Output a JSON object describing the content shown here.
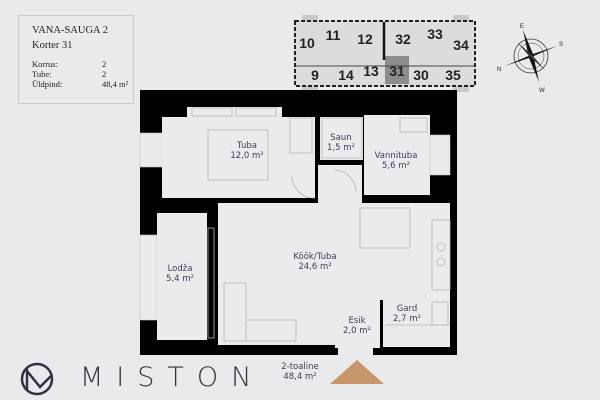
{
  "info": {
    "building": "VANA-SAUGA 2",
    "apartment": "Korter 31",
    "rows": [
      {
        "label": "Korrus:",
        "value": "2"
      },
      {
        "label": "Tube:",
        "value": "2"
      },
      {
        "label": "Üldpind:",
        "value": "48,4 m²"
      }
    ]
  },
  "key_plan": {
    "top_units": [
      "10",
      "11",
      "12",
      "32",
      "33",
      "34"
    ],
    "bottom_units": [
      "9",
      "14",
      "13",
      "31",
      "30",
      "35"
    ],
    "selected_unit": "31",
    "selected_color": "#8c8c8c"
  },
  "compass": {
    "n": "N",
    "e": "E",
    "s": "S",
    "w": "W"
  },
  "rooms": [
    {
      "name": "Tuba",
      "area": "12,0 m²"
    },
    {
      "name": "Saun",
      "area": "1,5 m²"
    },
    {
      "name": "Vannituba",
      "area": "5,6 m²"
    },
    {
      "name": "Köök/Tuba",
      "area": "24,6 m²"
    },
    {
      "name": "Lodža",
      "area": "5,4 m²"
    },
    {
      "name": "Gard",
      "area": "2,7 m²"
    },
    {
      "name": "Esik",
      "area": "2,0 m²"
    }
  ],
  "summary": {
    "type": "2-toaline",
    "area": "48,4 m²"
  },
  "entrance_color": "#c8966b",
  "brand": {
    "name": "MISTON"
  }
}
